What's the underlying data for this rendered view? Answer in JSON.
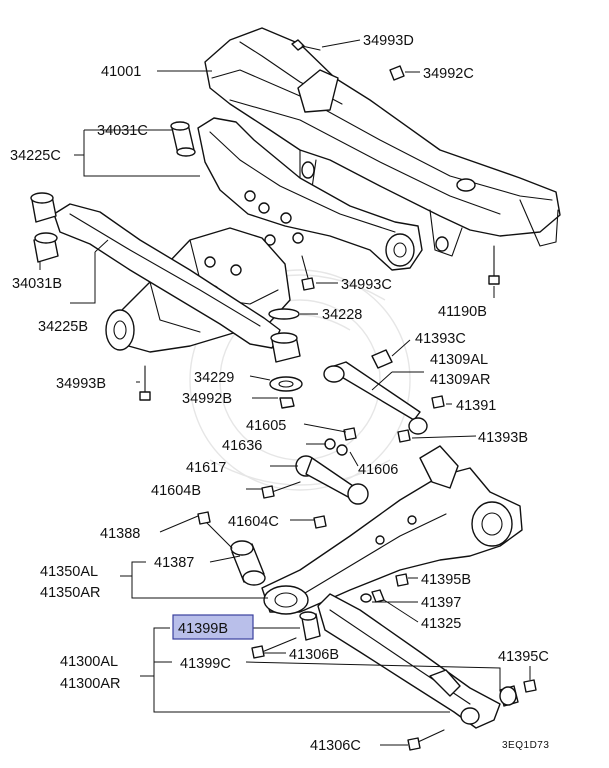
{
  "diagram": {
    "image_code": "3EQ1D73",
    "highlighted_label": "41399B",
    "highlight_color": "#b9bfea",
    "labels": {
      "p34993D": "34993D",
      "p41001": "41001",
      "p34992C": "34992C",
      "p34031C": "34031C",
      "p34225C": "34225C",
      "p34031B": "34031B",
      "p34225B": "34225B",
      "p34993C": "34993C",
      "p41190B": "41190B",
      "p34228": "34228",
      "p41393C": "41393C",
      "p41309AL": "41309AL",
      "p41309AR": "41309AR",
      "p34993B": "34993B",
      "p34229": "34229",
      "p34992B": "34992B",
      "p41391": "41391",
      "p41605": "41605",
      "p41636": "41636",
      "p41393B": "41393B",
      "p41617": "41617",
      "p41606": "41606",
      "p41604B": "41604B",
      "p41388": "41388",
      "p41604C": "41604C",
      "p41350AL": "41350AL",
      "p41387": "41387",
      "p41350AR": "41350AR",
      "p41395B": "41395B",
      "p41397": "41397",
      "p41325": "41325",
      "p41399B": "41399B",
      "p41306B": "41306B",
      "p41300AL": "41300AL",
      "p41399C": "41399C",
      "p41395C": "41395C",
      "p41300AR": "41300AR",
      "p41306C": "41306C"
    }
  }
}
